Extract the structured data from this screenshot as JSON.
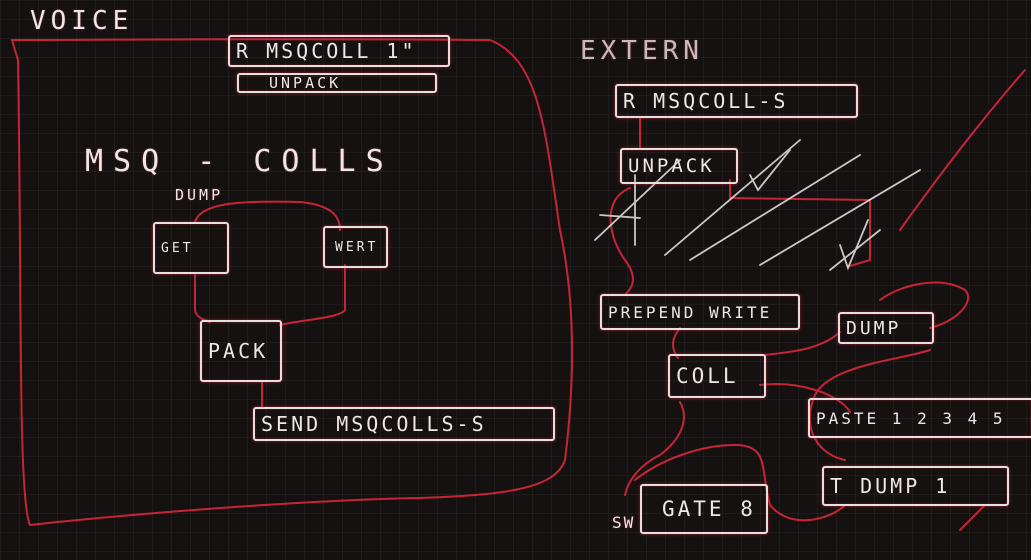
{
  "accent": "#d8283c",
  "chalk": "#ece6e8",
  "left_panel": {
    "title": "VOICE",
    "receive_box": "R  MSQCOLL 1\"",
    "unpack_box": "UNPACK",
    "heading": "MSQ - COLLS",
    "dump_label": "DUMP",
    "get_box": "GET",
    "wert_box": "WERT",
    "pack_box": "PACK",
    "send_box": "SEND  MSQCOLLS-S"
  },
  "right_panel": {
    "title": "EXTERN",
    "receive_box": "R  MSQCOLL-S",
    "unpack_box": "UNPACK",
    "prepend_box": "PREPEND WRITE",
    "dump_box": "DUMP",
    "coll_box": "COLL",
    "paste_box": "PASTE 1 2 3 4 5",
    "trigger_box": "T  DUMP  1",
    "gate_box": "GATE 8",
    "gate_label": "SW"
  }
}
